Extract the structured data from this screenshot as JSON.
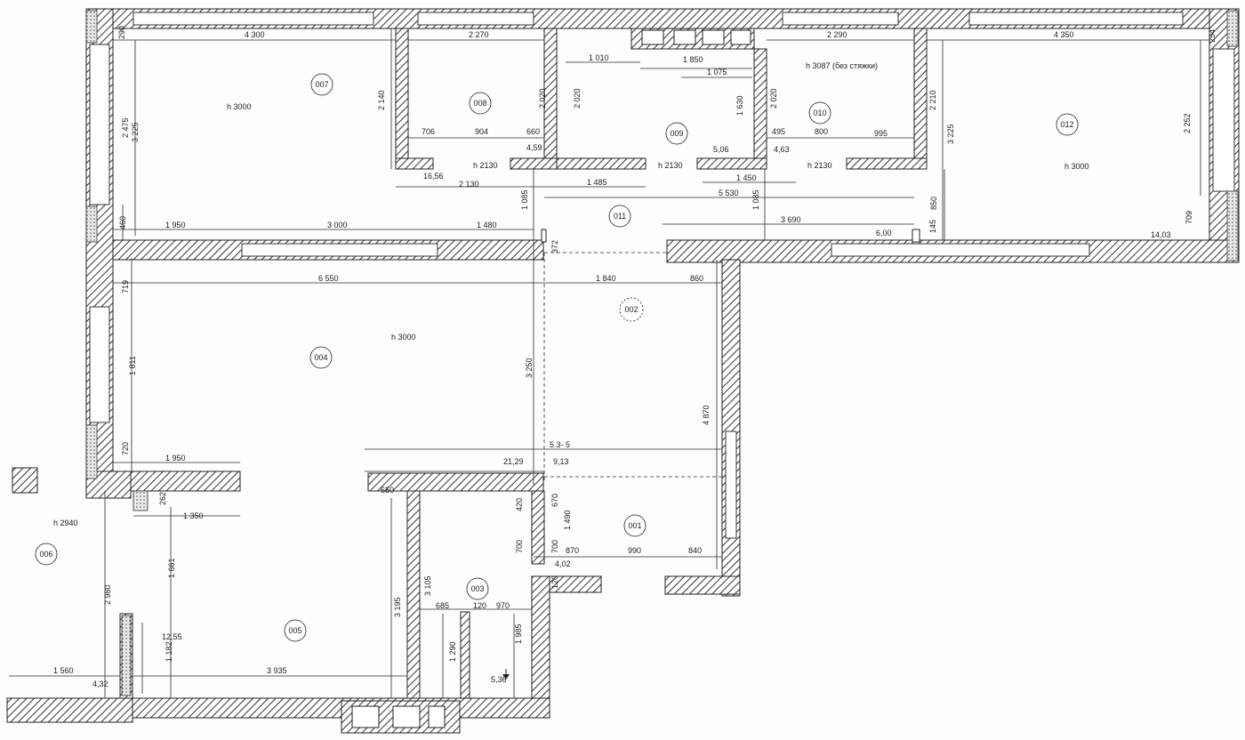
{
  "colors": {
    "wall_stroke": "#222222",
    "hatch": "#333333",
    "line": "#2a2a2a",
    "background": "#fdfdfd"
  },
  "rooms": [
    {
      "id": "007",
      "height": "h 3000"
    },
    {
      "id": "008"
    },
    {
      "id": "009"
    },
    {
      "id": "010",
      "height": "h 3087 (без стяжки)"
    },
    {
      "id": "012",
      "height": "h 3000"
    },
    {
      "id": "011"
    },
    {
      "id": "002"
    },
    {
      "id": "004",
      "height": "h 3000"
    },
    {
      "id": "006",
      "height": "h 2940"
    },
    {
      "id": "005"
    },
    {
      "id": "003"
    },
    {
      "id": "001"
    }
  ],
  "heights": {
    "door_008": "h 2130",
    "door_009": "h 2130",
    "door_010": "h 2130"
  },
  "dimensions": {
    "top": [
      "4 300",
      "2 270",
      "2 290",
      "4 350",
      "290",
      "254"
    ],
    "room009": [
      "1 010",
      "1 850",
      "1 075",
      "1 630"
    ],
    "vertical_top": [
      "2 475",
      "3 225",
      "2 140",
      "2 020",
      "2 020",
      "2 020",
      "2 210",
      "3 225",
      "2 252"
    ],
    "doors_top": [
      "706",
      "904",
      "660",
      "495",
      "800",
      "995"
    ],
    "areas_top": [
      "4,59",
      "5,06",
      "4,63",
      "16,56",
      "6,00",
      "14,03",
      "21,29",
      "9,13",
      "12,55",
      "4,32",
      "4,02",
      "5,36"
    ],
    "corridor": [
      "2 130",
      "1 485",
      "1 450",
      "5 530",
      "1 085",
      "1 085",
      "850",
      "709",
      "145",
      "3 690"
    ],
    "walls_mid": [
      "460",
      "1 950",
      "3 000",
      "1 480",
      "372",
      "719",
      "6 550",
      "1 840",
      "860"
    ],
    "living": [
      "1 811",
      "3 250",
      "4 870",
      "720",
      "1 950",
      "5 3- 5"
    ],
    "lower": [
      "650",
      "262",
      "1 350",
      "420",
      "670",
      "1 490",
      "700",
      "700",
      "870",
      "990",
      "840",
      "120",
      "1 661",
      "3 195",
      "3 105",
      "685",
      "120",
      "970",
      "1 985",
      "1 290",
      "2 980",
      "1 182",
      "1 560",
      "3 935"
    ]
  }
}
